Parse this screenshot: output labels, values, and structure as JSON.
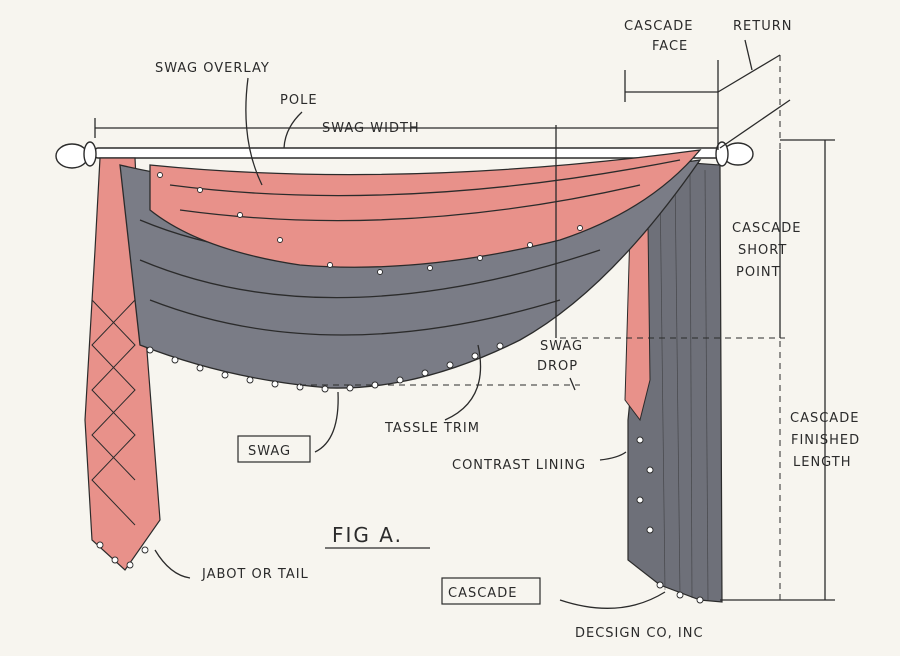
{
  "labels": {
    "cascade_face_1": "CASCADE",
    "cascade_face_2": "FACE",
    "return": "RETURN",
    "swag_overlay": "SWAG OVERLAY",
    "pole": "POLE",
    "swag_width": "SWAG WIDTH",
    "cascade_short_point_1": "CASCADE",
    "cascade_short_point_2": "SHORT",
    "cascade_short_point_3": "POINT",
    "swag_drop_1": "SWAG",
    "swag_drop_2": "DROP",
    "tassle_trim": "TASSLE TRIM",
    "swag": "SWAG",
    "contrast_lining": "CONTRAST LINING",
    "cascade_finished_1": "CASCADE",
    "cascade_finished_2": "FINISHED",
    "cascade_finished_3": "LENGTH",
    "fig": "FIG A.",
    "jabot": "JABOT OR TAIL",
    "cascade": "CASCADE",
    "credit": "DECSIGN CO, INC"
  },
  "colors": {
    "ink": "#2b2b2b",
    "swag_fabric": "#e8918a",
    "main_fabric": "#6e7079",
    "paper": "#f7f5ef"
  }
}
